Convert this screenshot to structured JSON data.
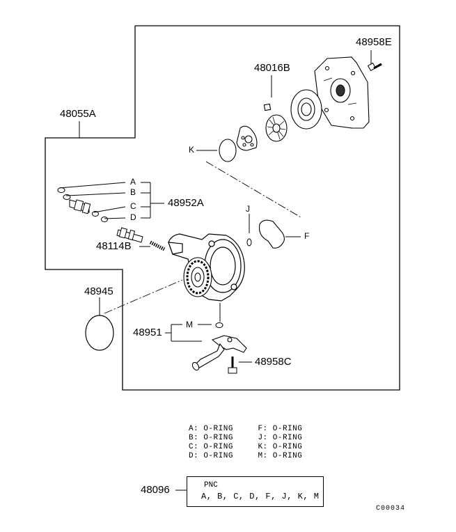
{
  "callouts": {
    "part_48958E": "48958E",
    "part_48016B": "48016B",
    "part_48055A": "48055A",
    "ref_K": "K",
    "ref_A": "A",
    "ref_B": "B",
    "part_48952A": "48952A",
    "ref_C": "C",
    "ref_D": "D",
    "ref_J": "J",
    "ref_F": "F",
    "part_48114B": "48114B",
    "part_48945": "48945",
    "part_48951": "48951",
    "ref_M": "M",
    "part_48958C": "48958C",
    "part_48096": "48096"
  },
  "legend": {
    "rows": [
      {
        "left_key": "A:",
        "left_value": "O-RING",
        "right_key": "F:",
        "right_value": "O-RING"
      },
      {
        "left_key": "B:",
        "left_value": "O-RING",
        "right_key": "J:",
        "right_value": "O-RING"
      },
      {
        "left_key": "C:",
        "left_value": "O-RING",
        "right_key": "K:",
        "right_value": "O-RING"
      },
      {
        "left_key": "D:",
        "left_value": "O-RING",
        "right_key": "M:",
        "right_value": "O-RING"
      }
    ]
  },
  "pnc_box": {
    "title": "PNC",
    "items": "A, B, C, D, F, J, K, M"
  },
  "diagram_code": "C00034"
}
